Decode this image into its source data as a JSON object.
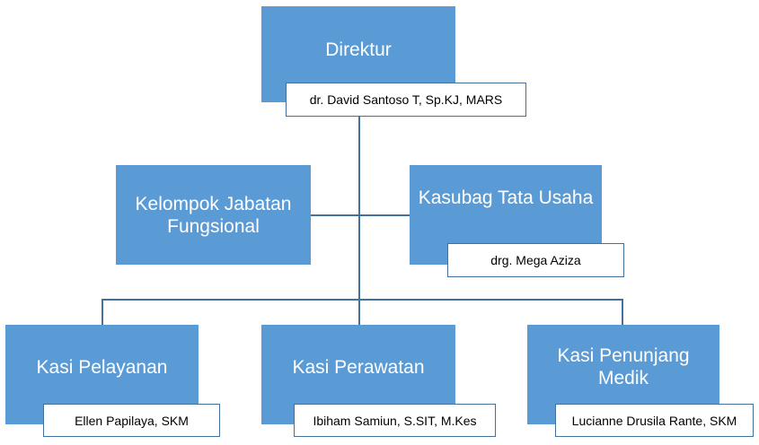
{
  "nodes": {
    "direktur": {
      "title": "Direktur",
      "name": "dr. David Santoso T, Sp.KJ, MARS"
    },
    "kelompok": {
      "title": "Kelompok Jabatan Fungsional"
    },
    "kasubag": {
      "title": "Kasubag Tata Usaha",
      "name": "drg. Mega Aziza"
    },
    "pelayanan": {
      "title": "Kasi Pelayanan",
      "name": "Ellen Papilaya, SKM"
    },
    "perawatan": {
      "title": "Kasi Perawatan",
      "name": "Ibiham Samiun, S.SIT, M.Kes"
    },
    "penunjang": {
      "title": "Kasi Penunjang Medik",
      "name": "Lucianne Drusila Rante, SKM"
    }
  },
  "colors": {
    "box": "#5b9bd5",
    "line": "#41719c",
    "name_bg": "#ffffff"
  }
}
